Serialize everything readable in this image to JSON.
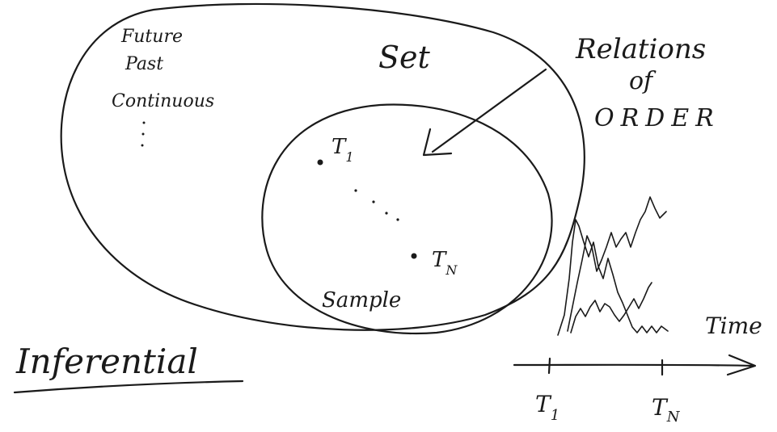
{
  "labels": {
    "future": "Future",
    "past": "Past",
    "continuous": "Continuous",
    "set": "Set",
    "relations_line1": "Relations",
    "relations_line2": "of",
    "relations_line3": "ORDER",
    "t1": "T",
    "t1_sub": "1",
    "tn": "T",
    "tn_sub": "N",
    "sample": "Sample",
    "inferential": "Inferential",
    "time": "Time",
    "axis_t1": "T",
    "axis_t1_sub": "1",
    "axis_tn": "T",
    "axis_tn_sub": "N"
  }
}
